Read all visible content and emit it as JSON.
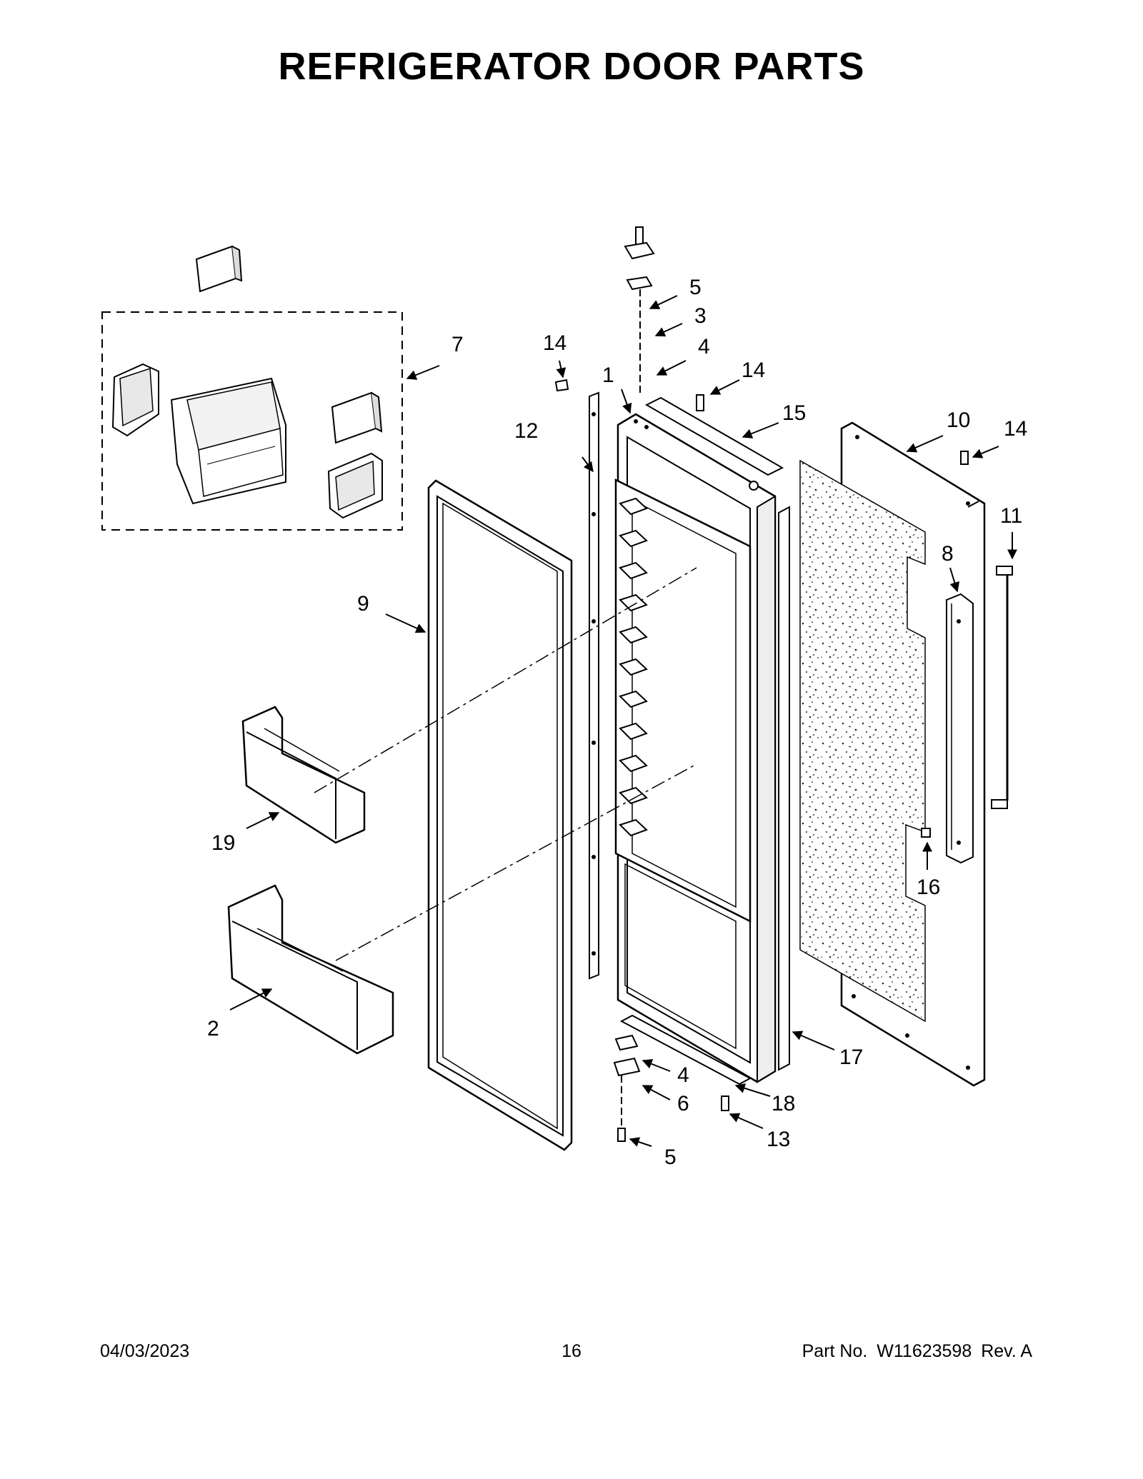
{
  "title": "REFRIGERATOR DOOR PARTS",
  "callouts": {
    "c5_top": "5",
    "c3": "3",
    "c4_top": "4",
    "c14_a": "14",
    "c14_b": "14",
    "c14_c": "14",
    "c1": "1",
    "c7": "7",
    "c12": "12",
    "c15": "15",
    "c10": "10",
    "c11": "11",
    "c8": "8",
    "c9": "9",
    "c19": "19",
    "c2": "2",
    "c16": "16",
    "c17": "17",
    "c4_bot": "4",
    "c6": "6",
    "c18": "18",
    "c13": "13",
    "c5_bot": "5"
  },
  "footer": {
    "date": "04/03/2023",
    "page": "16",
    "part_label": "Part No.",
    "part_number": "W11623598",
    "rev": "Rev.  A"
  }
}
